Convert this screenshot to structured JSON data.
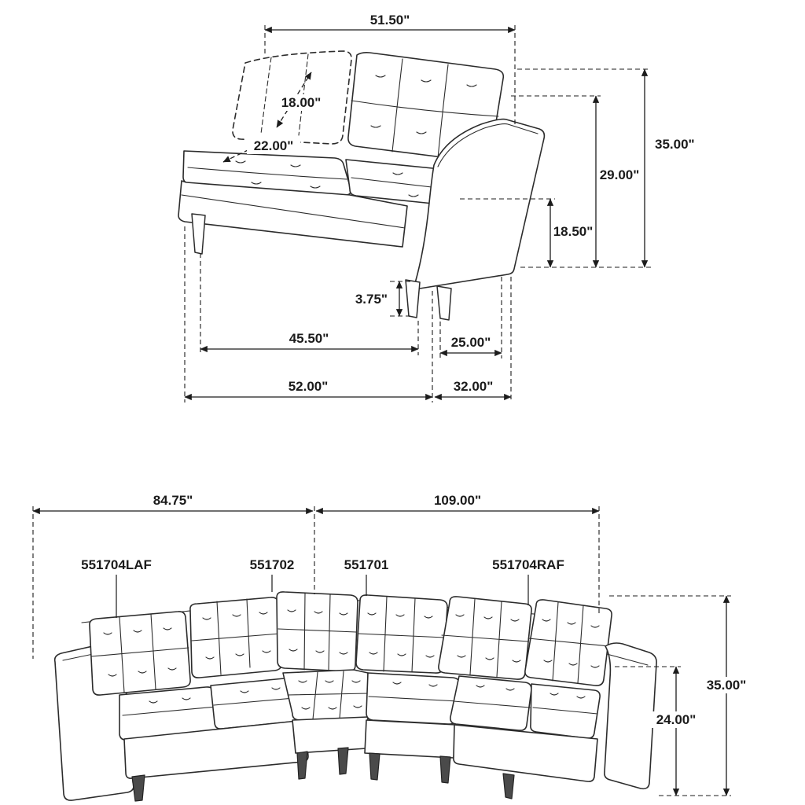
{
  "top_view": {
    "dims": {
      "top_width": "51.50\"",
      "back_cushion": "18.00\"",
      "seat_depth": "22.00\"",
      "overall_height": "35.00\"",
      "back_height": "29.00\"",
      "arm_height": "18.50\"",
      "leg_height": "3.75\"",
      "seat_width": "45.50\"",
      "arm_depth": "25.00\"",
      "overall_width": "52.00\"",
      "overall_depth": "32.00\""
    }
  },
  "bottom_view": {
    "part_labels": {
      "laf": "551704LAF",
      "corner": "551702",
      "armless": "551701",
      "raf": "551704RAF"
    },
    "dims": {
      "left_length": "84.75\"",
      "right_length": "109.00\"",
      "overall_height": "35.00\"",
      "back_height": "24.00\""
    }
  }
}
